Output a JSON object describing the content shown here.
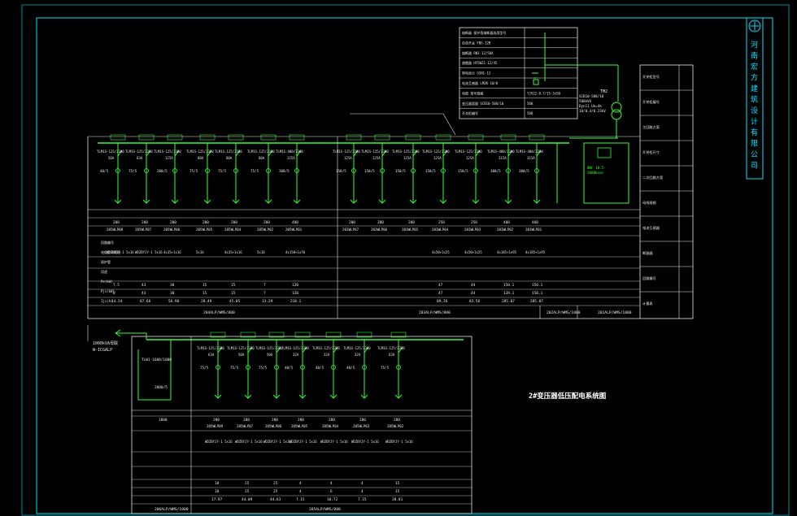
{
  "company_stamp": {
    "text": [
      "河",
      "南",
      "宏",
      "方",
      "建",
      "筑",
      "设",
      "计",
      "有",
      "限",
      "公",
      "司"
    ],
    "logo": "company-logo-icon"
  },
  "diagram_title": "2#变压器低压配电系统图",
  "colors": {
    "background": "#000000",
    "frame": "#00e5ff",
    "bus": "#33ff33",
    "grid": "#e8e8e8",
    "text": "#e8e8e8"
  },
  "hv_table": {
    "rows": [
      {
        "label": "熔断器 保护用熔断器选用型号",
        "value": ""
      },
      {
        "label": "负荷开关 FN5-12R",
        "value": ""
      },
      {
        "label": "熔断器 RN1-12/50A",
        "value": ""
      },
      {
        "label": "避雷器 HY5WZ1-12/45",
        "value": ""
      },
      {
        "label": "带电显示 GSN1-12",
        "value": ""
      },
      {
        "label": "电流互感器 LMZK-10/0",
        "value": ""
      },
      {
        "label": "电缆 型号规格",
        "value": "YJV22-8.7/15-3x50"
      },
      {
        "label": "变压器容量 SCB10-500/10",
        "value": "500"
      },
      {
        "label": "开关柜编号",
        "value": "500"
      }
    ]
  },
  "transformer": {
    "label": "TM2",
    "lines": [
      "SCB10-500/10",
      "500kVA",
      "Dyn11 Uk=4%",
      "10/0.4/0.23kV"
    ]
  },
  "top_feeders": [
    {
      "id": "205WLP08",
      "breaker": "TLM1S-125/3300",
      "rating": "50A",
      "ct": "40/5",
      "load": "200",
      "cable": "WDZBYJY-1 5x16",
      "pe": "7.5",
      "kx": "8",
      "pjs": "14.24"
    },
    {
      "id": "205WLP07",
      "breaker": "TLM1S-125/3300",
      "rating": "63A",
      "ct": "75/5",
      "load": "200",
      "cable": "WDZBYJY-1 5x16",
      "pe": "43",
      "kx": "43",
      "pjs": "87.66"
    },
    {
      "id": "205WLP06",
      "breaker": "TLM1S-125/3300",
      "rating": "125A",
      "ct": "200/5",
      "load": "200",
      "cable": "4x35+1x16",
      "pe": "30",
      "kx": "30",
      "pjs": "56.98"
    },
    {
      "id": "205WLP05",
      "breaker": "TLM1S-125/3300",
      "rating": "80A",
      "ct": "75/5",
      "load": "200",
      "cable": "5x16",
      "pe": "15",
      "kx": "15",
      "pjs": "28.49"
    },
    {
      "id": "205WLP04",
      "breaker": "TLM1S-125/3300",
      "rating": "80A",
      "ct": "75/5",
      "load": "200",
      "cable": "4x35+1x16",
      "pe": "15",
      "kx": "15",
      "pjs": "45.05"
    },
    {
      "id": "205WLP02",
      "breaker": "TLM1S-125/3300",
      "rating": "80A",
      "ct": "75/5",
      "load": "200",
      "cable": "5x16",
      "pe": "7",
      "kx": "7",
      "pjs": "13.29"
    },
    {
      "id": "205WLP01",
      "breaker": "TLM1S-400/3300",
      "rating": "125A",
      "ct": "300/5",
      "load": "400",
      "cable": "4x150+1x70",
      "pe": "120",
      "kx": "120",
      "pjs": "218.1"
    },
    {
      "id": "203WLP07",
      "breaker": "TLM1S-125/3300",
      "rating": "125A",
      "ct": "150/5",
      "load": "200",
      "cable": "",
      "pe": "",
      "kx": "",
      "pjs": ""
    },
    {
      "id": "203WLP06",
      "breaker": "TLM1S-125/3300",
      "rating": "125A",
      "ct": "150/5",
      "load": "200",
      "cable": "",
      "pe": "",
      "kx": "",
      "pjs": ""
    },
    {
      "id": "203WLP05",
      "breaker": "TLM1S-125/3300",
      "rating": "125A",
      "ct": "150/5",
      "load": "200",
      "cable": "",
      "pe": "",
      "kx": "",
      "pjs": ""
    },
    {
      "id": "203WLP04",
      "breaker": "TLM1S-125/3300",
      "rating": "125A",
      "ct": "150/5",
      "load": "250",
      "cable": "4x50+1x25",
      "pe": "47",
      "kx": "47",
      "pjs": "89.26"
    },
    {
      "id": "203WLP03",
      "breaker": "TLM1S-125/3300",
      "rating": "125A",
      "ct": "150/5",
      "load": "250",
      "cable": "4x50+1x25",
      "pe": "44",
      "kx": "44",
      "pjs": "83.56"
    },
    {
      "id": "203WLP02",
      "breaker": "TLM1S-400/3300",
      "rating": "315A",
      "ct": "300/5",
      "load": "400",
      "cable": "4x185+1x95",
      "pe": "150.1",
      "kx": "139.1",
      "pjs": "285.07"
    },
    {
      "id": "203WLP01",
      "breaker": "TLM1S-400/3300",
      "rating": "315A",
      "ct": "300/5",
      "load": "400",
      "cable": "4x185+1x95",
      "pe": "150.1",
      "kx": "150.1",
      "pjs": "285.07"
    }
  ],
  "top_row_headers": [
    "回路编号",
    "电缆型号规格",
    "保护管",
    "用途",
    "Pe(kW)",
    "Pjs(kW)",
    "Ijs(A)"
  ],
  "top_panels": [
    "204ALP/WMS/800",
    "203ALP/WMS/800",
    "202ALP/WMS/1000",
    "201ALP/WMS/1000"
  ],
  "capacitor_panel": {
    "label": "BWF-10.5-",
    "sub": "2000kvar"
  },
  "right_legend": [
    "开关柜型号",
    "开关柜编号",
    "主回路方案",
    "开关柜尺寸",
    "二次回路方案",
    "母线规格",
    "电流互感器",
    "断路器",
    "回路编号",
    "计量表"
  ],
  "bottom_incomer": {
    "label": "1000kVA母联",
    "id": "W-ICGALP",
    "breaker": "TLW1-1600/1000",
    "ct": "2000/5"
  },
  "bottom_feeders": [
    {
      "id": "205WLP09",
      "breaker": "TLM1S-125/3300",
      "rating": "63A",
      "ct": "75/5",
      "load": "200",
      "cable": "WDZBYJY-1 5x16",
      "pe": "10",
      "kx": "10",
      "pjs": "17.97"
    },
    {
      "id": "205WLP07",
      "breaker": "TLM1S-125/3300",
      "rating": "50A",
      "ct": "75/5",
      "load": "200",
      "cable": "WDZBYJY-1 5x16",
      "pe": "25",
      "kx": "25",
      "pjs": "44.09"
    },
    {
      "id": "205WLP06",
      "breaker": "TLM1S-125/3300",
      "rating": "50A",
      "ct": "75/5",
      "load": "200",
      "cable": "WDZBYJY-1 5x16",
      "pe": "25",
      "kx": "25",
      "pjs": "44.63"
    },
    {
      "id": "205WLP05",
      "breaker": "TLM1S-125/3300",
      "rating": "32A",
      "ct": "40/5",
      "load": "200",
      "cable": "WDZBYJY-1 5x16",
      "pe": "4",
      "kx": "4",
      "pjs": "7.15"
    },
    {
      "id": "205WLP04",
      "breaker": "TLM1S-125/3300",
      "rating": "32A",
      "ct": "40/5",
      "load": "200",
      "cable": "WDZBYJY-1 5x16",
      "pe": "4",
      "kx": "6",
      "pjs": "10.72"
    },
    {
      "id": "205WLP03",
      "breaker": "TLM1S-125/3300",
      "rating": "32A",
      "ct": "40/5",
      "load": "200",
      "cable": "WDZBYJY-1 5x16",
      "pe": "4",
      "kx": "4",
      "pjs": "7.15"
    },
    {
      "id": "205WLP02",
      "breaker": "TLM1S-125/3300",
      "rating": "63A",
      "ct": "75/5",
      "load": "200",
      "cable": "WDZBYJY-1 5x16",
      "pe": "15",
      "kx": "15",
      "pjs": "28.81"
    }
  ],
  "bottom_panels": [
    "206ALP/WMS/1000",
    "205ALP/WMS/800"
  ],
  "bottom_first_load": "1000"
}
